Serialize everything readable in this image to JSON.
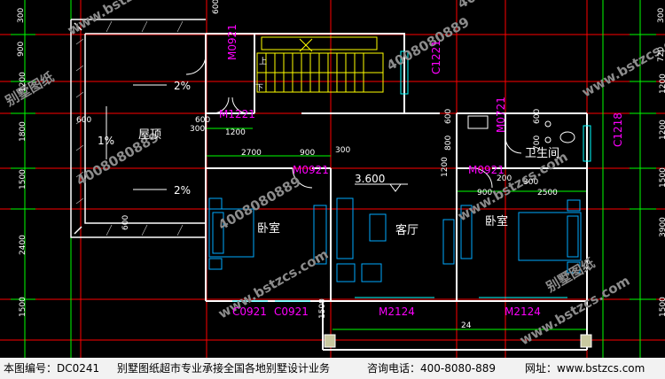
{
  "colors": {
    "background": "#000000",
    "dim_line": "#00ff00",
    "axis_line": "#ff0000",
    "wall": "#ffffff",
    "door_label": "#ff00ff",
    "furniture": "#00aaff",
    "stair": "#ffff00",
    "window": "#00ffff",
    "watermark": "#8c8c8c"
  },
  "rooms": {
    "roof": "屋顶",
    "bedroom_left": "卧室",
    "living": "客厅",
    "bedroom_right": "卧室",
    "bathroom": "卫生间"
  },
  "slopes": {
    "slope_top": "2%",
    "slope_left": "1%",
    "slope_bottom": "2%"
  },
  "elevation": "3.600",
  "door_labels": {
    "m0921_stair": "M0921",
    "m1221": "M1221",
    "c1221": "C1221",
    "m0921_left": "M0921",
    "m0721": "M0721",
    "c1218": "C1218",
    "m0921_right": "M0921",
    "c0921_a": "C0921",
    "c0921_b": "C0921",
    "m2124_a": "M2124",
    "m2124_b": "M2124"
  },
  "stair_labels": {
    "up": "上",
    "down": "下"
  },
  "dims": {
    "left_300": "300",
    "left_900": "900",
    "left_1200": "1200",
    "left_1800": "1800",
    "left_1500": "1500",
    "left_2400": "2400",
    "left_1500b": "1500",
    "right_300": "300",
    "right_720": "720",
    "right_1200": "1200",
    "right_1200b": "1200",
    "right_1500": "1500",
    "right_3900": "3900",
    "right_1500b": "1500",
    "top_600": "600",
    "d600": "600",
    "d300": "300",
    "d1200": "1200",
    "d2700": "2700",
    "d900": "900",
    "d300b": "300",
    "d800": "800",
    "d600b": "600",
    "d700": "700",
    "d1200b": "1200",
    "d900b": "900",
    "d200": "200",
    "d300c": "300",
    "d2500": "2500",
    "d600c": "600",
    "d1500": "1500",
    "d24": "24",
    "d600d": "600",
    "d600e": "600"
  },
  "watermark": {
    "brand": "别墅图纸",
    "site": "www.bstzcs.com",
    "phone": "4008080889"
  },
  "footer": {
    "drawing_no": "本图编号：DC0241",
    "slogan": "别墅图纸超市专业承接全国各地别墅设计业务",
    "phone": "咨询电话：400-8080-889",
    "website": "网址：www.bstzcs.com"
  }
}
